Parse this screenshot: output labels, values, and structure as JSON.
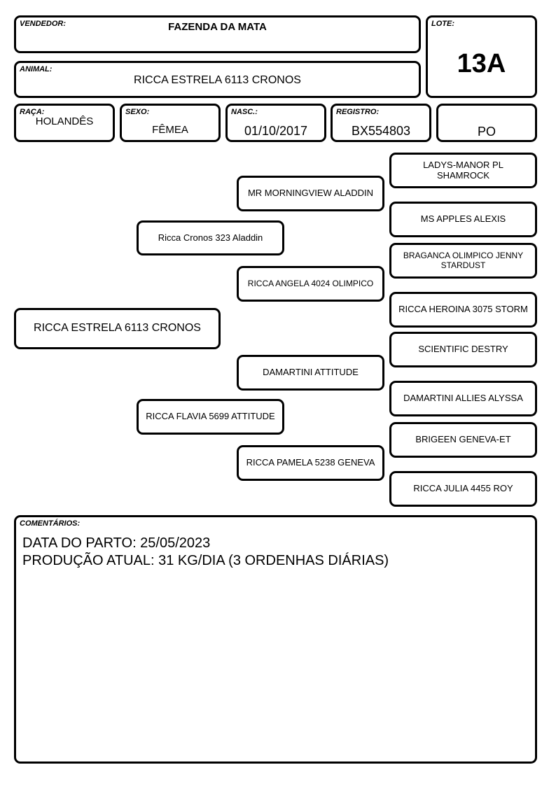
{
  "vendedor": {
    "label": "VENDEDOR:",
    "value": "FAZENDA DA MATA"
  },
  "lote": {
    "label": "LOTE:",
    "value": "13A"
  },
  "animal": {
    "label": "ANIMAL:",
    "value": "RICCA ESTRELA 6113 CRONOS"
  },
  "raca": {
    "label": "RAÇA:",
    "value": "HOLANDÊS"
  },
  "sexo": {
    "label": "SEXO:",
    "value": "FÊMEA"
  },
  "nasc": {
    "label": "NASC.:",
    "value": "01/10/2017"
  },
  "registro": {
    "label": "REGISTRO:",
    "value": "BX554803"
  },
  "grau": {
    "value": "PO"
  },
  "pedigree": {
    "animal": "RICCA ESTRELA 6113 CRONOS",
    "sire": "Ricca Cronos 323 Aladdin",
    "dam": "RICCA FLAVIA 5699 ATTITUDE",
    "sire_sire": "MR MORNINGVIEW ALADDIN",
    "sire_dam": "RICCA ANGELA 4024 OLIMPICO",
    "dam_sire": "DAMARTINI ATTITUDE",
    "dam_dam": "RICCA PAMELA 5238 GENEVA",
    "ggp": [
      "LADYS-MANOR PL SHAMROCK",
      "MS APPLES ALEXIS",
      "BRAGANCA OLIMPICO JENNY STARDUST",
      "RICCA HEROINA 3075 STORM",
      "SCIENTIFIC DESTRY",
      "DAMARTINI ALLIES ALYSSA",
      "BRIGEEN GENEVA-ET",
      "RICCA JULIA 4455 ROY"
    ]
  },
  "comentarios": {
    "label": "COMENTÁRIOS:",
    "lines": [
      "DATA DO PARTO: 25/05/2023",
      "PRODUÇÃO ATUAL: 31 KG/DIA (3 ORDENHAS DIÁRIAS)"
    ]
  }
}
